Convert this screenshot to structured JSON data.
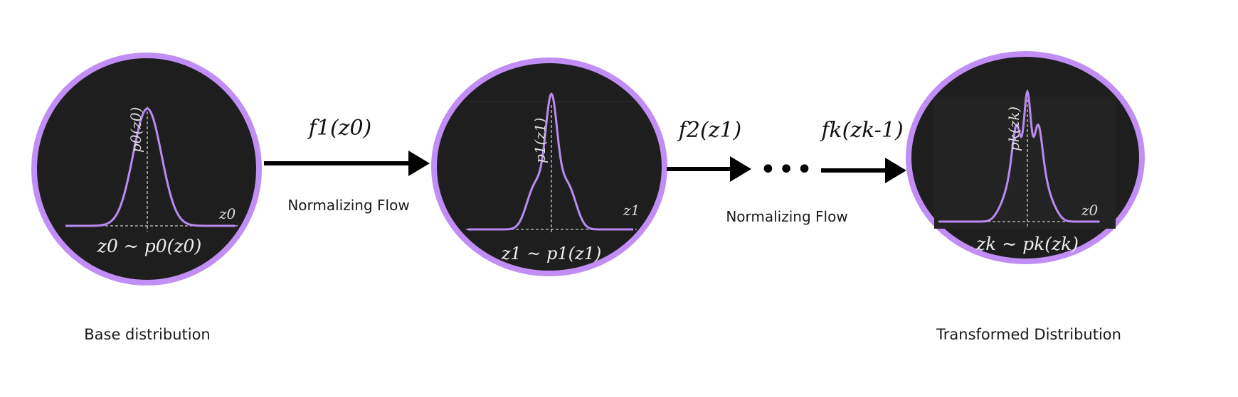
{
  "colors": {
    "ring": "#c08ef5",
    "disc": "#1e1e1e",
    "curve": "#b98bf0",
    "arrow": "#000000",
    "text": "#1a1a1a"
  },
  "nodes": [
    {
      "ylabel": "p0(z0)",
      "xlabel": "z0",
      "caption": "z0 ~ p0(z0)",
      "shape": "single-peak"
    },
    {
      "ylabel": "p1(z1)",
      "xlabel": "z1",
      "caption": "z1 ~ p1(z1)",
      "shape": "peak-with-shoulders"
    },
    {
      "ylabel": "pk(zk)",
      "xlabel": "z0",
      "caption": "zk ~ pk(zk)",
      "shape": "multi-peak"
    }
  ],
  "flows": [
    {
      "function": "f1(z0)",
      "label": "Normalizing Flow"
    },
    {
      "function": "f2(z1)",
      "label": "Normalizing Flow"
    },
    {
      "function": "fk(zk-1)"
    }
  ],
  "ellipsis": "•••",
  "labels": {
    "base": "Base distribution",
    "transformed": "Transformed Distribution"
  }
}
